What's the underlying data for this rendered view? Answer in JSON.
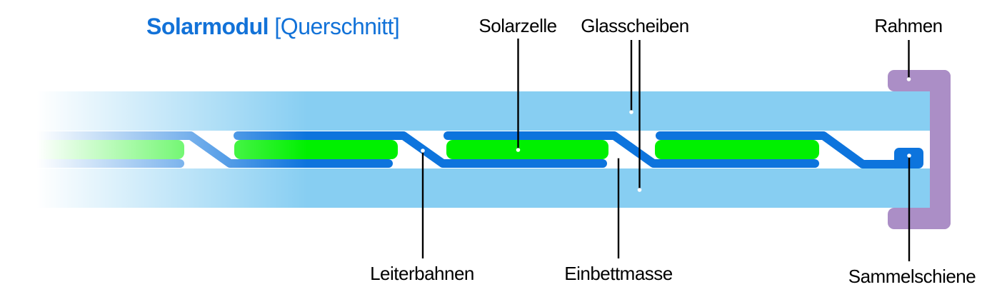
{
  "title": {
    "main": "Solarmodul",
    "suffix": "[Querschnitt]"
  },
  "labels": {
    "solarzelle": "Solarzelle",
    "glasscheiben": "Glasscheiben",
    "rahmen": "Rahmen",
    "leiterbahnen": "Leiterbahnen",
    "einbettmasse": "Einbettmasse",
    "sammelschiene": "Sammelschiene"
  },
  "colors": {
    "title_blue": "#1272d8",
    "glass_blue": "#87cef2",
    "conductor_blue": "#0d74dd",
    "cell_green": "#00f000",
    "frame_purple": "#ab8ec6",
    "label_black": "#000000",
    "bg_white": "#ffffff"
  },
  "diagram": {
    "type": "cross-section",
    "subject": "solar module",
    "cell_count": 4,
    "glass_pane_count": 2
  }
}
